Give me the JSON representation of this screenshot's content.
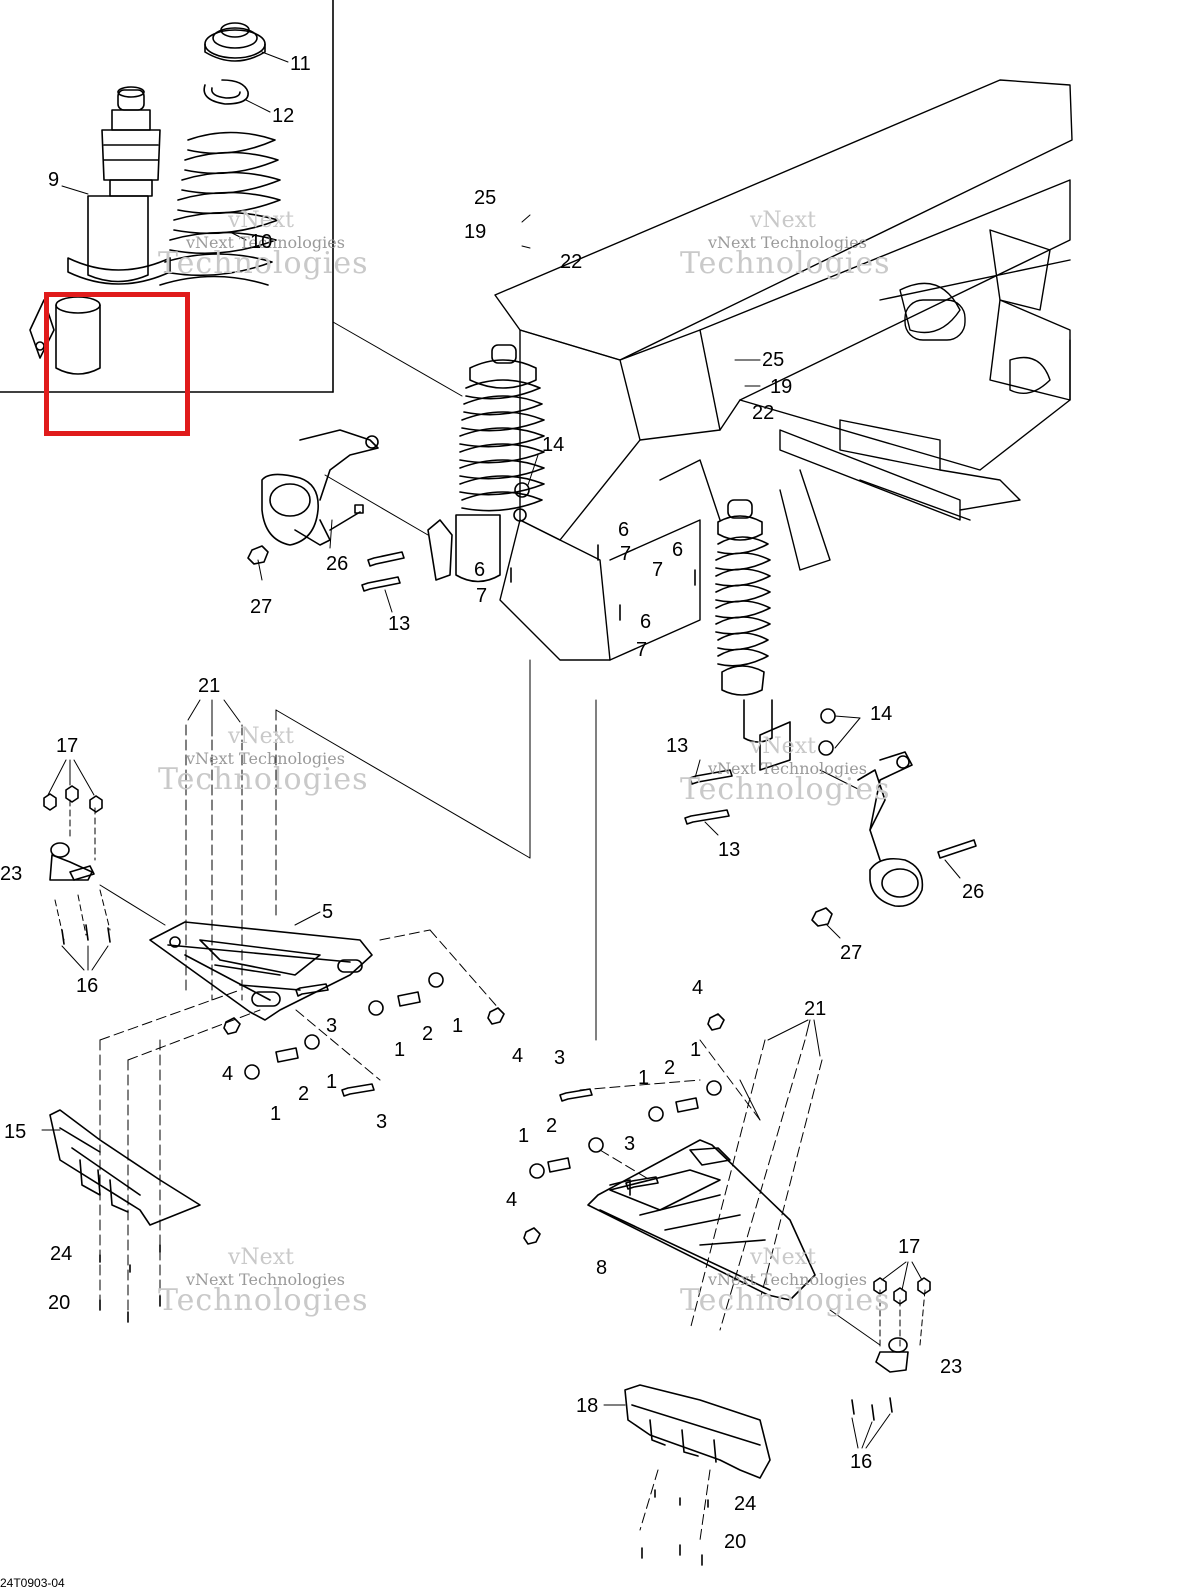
{
  "diagram": {
    "drawing_id": "24T0903-04",
    "highlight_color": "#e01b1b",
    "watermark": {
      "line1": "vNext",
      "line2": "vNext Technologies",
      "line3": "Technologies"
    },
    "callouts": {
      "c11": "11",
      "c12": "12",
      "c9": "9",
      "c10": "10",
      "c25a": "25",
      "c19a": "19",
      "c22a": "22",
      "c25b": "25",
      "c19b": "19",
      "c22b": "22",
      "c14a": "14",
      "c26a": "26",
      "c27a": "27",
      "c13a": "13",
      "c6a": "6",
      "c7a": "7",
      "c6b": "6",
      "c7b": "7",
      "c6c": "6",
      "c7c": "7",
      "c6d": "6",
      "c7d": "7",
      "c14b": "14",
      "c13b": "13",
      "c13c": "13",
      "c26b": "26",
      "c27b": "27",
      "c21a": "21",
      "c17a": "17",
      "c23a": "23",
      "c5": "5",
      "c16a": "16",
      "c3a": "3",
      "c2a": "2",
      "c1a": "1",
      "c1b": "1",
      "c4a": "4",
      "c4b": "4",
      "c2b": "2",
      "c1c": "1",
      "c1d": "1",
      "c3b": "3",
      "c15": "15",
      "c24a": "24",
      "c20a": "20",
      "c4c": "4",
      "c21b": "21",
      "c3c": "3",
      "c1e": "1",
      "c2c": "2",
      "c1f": "1",
      "c1g": "1",
      "c2d": "2",
      "c3d": "3",
      "c4d": "4",
      "c8": "8",
      "c17b": "17",
      "c23b": "23",
      "c16b": "16",
      "c18": "18",
      "c24b": "24",
      "c20b": "20"
    }
  }
}
